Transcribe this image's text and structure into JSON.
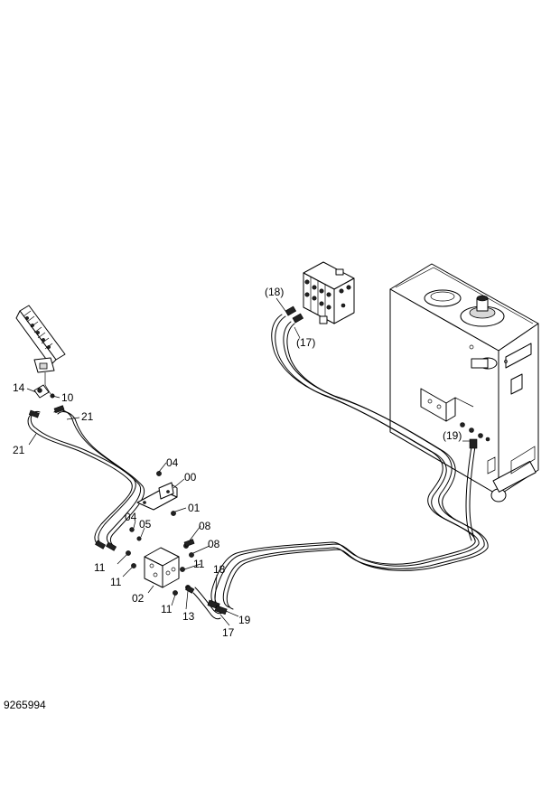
{
  "figure_code": "9265994",
  "callouts": {
    "c00": "00",
    "c01": "01",
    "c02": "02",
    "c04a": "04",
    "c04b": "04",
    "c05": "05",
    "c08a": "08",
    "c08b": "08",
    "c10": "10",
    "c11a": "11",
    "c11b": "11",
    "c11c": "11",
    "c11d": "11",
    "c13": "13",
    "c14": "14",
    "c17a": "(17)",
    "c17b": "17",
    "c18a": "(18)",
    "c18b": "18",
    "c19a": "(19)",
    "c19b": "19",
    "c21a": "21",
    "c21b": "21"
  }
}
